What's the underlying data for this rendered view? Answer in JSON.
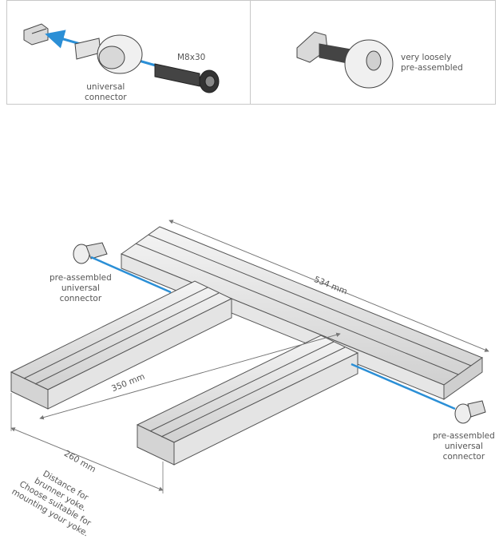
{
  "top_left": {
    "connector_label_line1": "universal",
    "connector_label_line2": "connector",
    "screw_label": "M8x30"
  },
  "top_right": {
    "note_line1": "very loosely",
    "note_line2": "pre-assembled"
  },
  "assembly": {
    "connector_left_line1": "pre-assembled",
    "connector_left_line2": "universal",
    "connector_left_line3": "connector",
    "connector_right_line1": "pre-assembled",
    "connector_right_line2": "universal",
    "connector_right_line3": "connector",
    "dim_long": "534 mm",
    "dim_mid": "350 mm",
    "dim_short": "260 mm",
    "note_line1": "Distance for",
    "note_line2": "brunner yoke.",
    "note_line3": "Choose suitable for",
    "note_line4": "mounting your yoke."
  },
  "colors": {
    "arrow": "#2b8fd6",
    "line": "#555555",
    "border": "#c8c8c8"
  }
}
